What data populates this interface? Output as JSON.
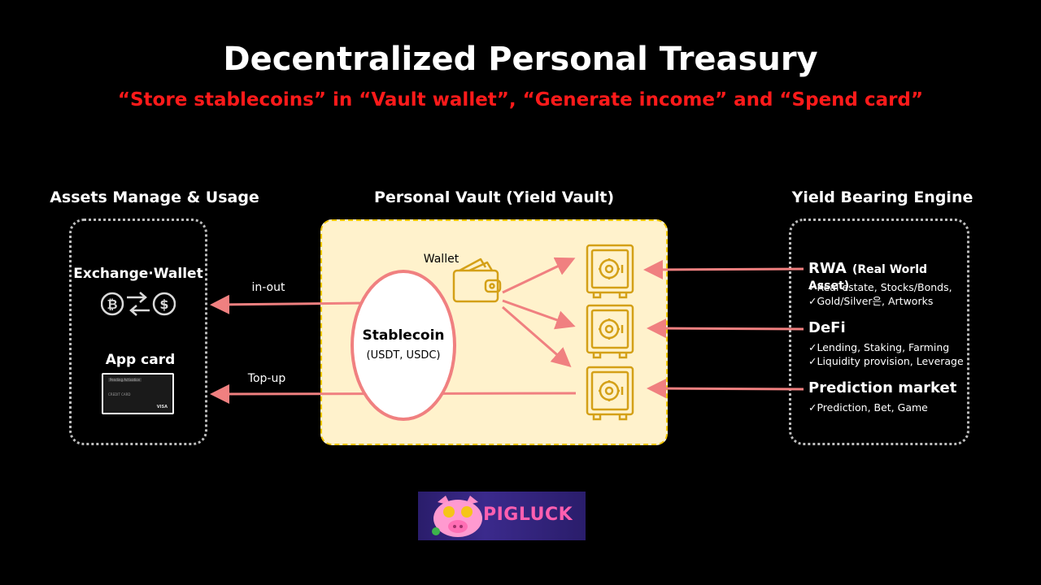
{
  "header": {
    "title": "Decentralized Personal Treasury",
    "subtitle": "“Store stablecoins” in “Vault wallet”, “Generate income” and “Spend card”"
  },
  "left": {
    "heading": "Assets Manage & Usage",
    "exchange_label": "Exchange·Wallet",
    "app_card_label": "App card",
    "card_texts": {
      "top": "Pending Activation",
      "middle": "CREDIT CARD",
      "brand": "VISA"
    }
  },
  "middle": {
    "heading": "Personal Vault (Yield Vault)",
    "wallet_label": "Wallet",
    "stablecoin_label": "Stablecoin",
    "stablecoin_sub": "(USDT, USDC)",
    "arrow_in_out": "in-out",
    "arrow_topup": "Top-up"
  },
  "right": {
    "heading": "Yield Bearing Engine",
    "items": [
      {
        "title": "RWA",
        "title_note": "(Real World Asset)",
        "lines": [
          "✓Real estate, Stocks/Bonds,",
          "✓Gold/Silver은, Artworks"
        ]
      },
      {
        "title": "DeFi",
        "title_note": "",
        "lines": [
          "✓Lending, Staking, Farming",
          "✓Liquidity provision, Leverage"
        ]
      },
      {
        "title": "Prediction market",
        "title_note": "",
        "lines": [
          "✓Prediction, Bet, Game"
        ]
      }
    ]
  },
  "footer": {
    "logo_text": "PIGLUCK"
  },
  "colors": {
    "arrow": "#f08080",
    "subtitle": "#ff1a1a",
    "vault_bg": "#fff2cc",
    "vault_border": "#f0c400",
    "safe": "#d4a017"
  }
}
